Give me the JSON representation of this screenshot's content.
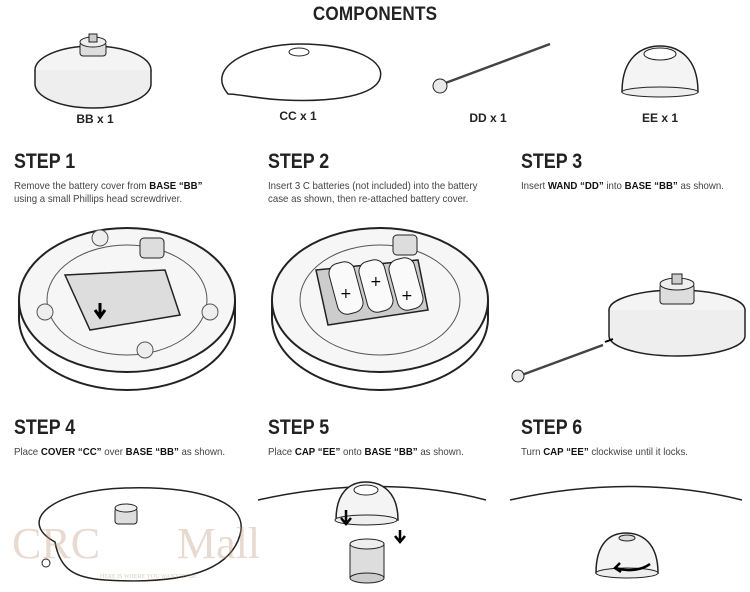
{
  "title": "COMPONENTS",
  "components": [
    {
      "label": "BB x 1",
      "icon": "base-icon"
    },
    {
      "label": "CC x 1",
      "icon": "cover-icon"
    },
    {
      "label": "DD x 1",
      "icon": "wand-icon"
    },
    {
      "label": "EE x 1",
      "icon": "cap-icon"
    }
  ],
  "steps": [
    {
      "heading": "STEP 1",
      "parts": [
        [
          "Remove the battery cover from ",
          false
        ],
        [
          "BASE “BB”",
          true
        ],
        [
          " using a small Phillips head screwdriver.",
          false
        ]
      ]
    },
    {
      "heading": "STEP 2",
      "parts": [
        [
          "Insert 3 C batteries (not included) into the battery case as shown, then re-attached battery cover.",
          false
        ]
      ]
    },
    {
      "heading": "STEP 3",
      "parts": [
        [
          "Insert ",
          false
        ],
        [
          "WAND “DD”",
          true
        ],
        [
          " into ",
          false
        ],
        [
          "BASE “BB”",
          true
        ],
        [
          " as shown.",
          false
        ]
      ]
    },
    {
      "heading": "STEP 4",
      "parts": [
        [
          "Place ",
          false
        ],
        [
          "COVER “CC”",
          true
        ],
        [
          " over ",
          false
        ],
        [
          "BASE “BB”",
          true
        ],
        [
          " as shown.",
          false
        ]
      ]
    },
    {
      "heading": "STEP 5",
      "parts": [
        [
          "Place ",
          false
        ],
        [
          "CAP “EE”",
          true
        ],
        [
          " onto ",
          false
        ],
        [
          "BASE “BB”",
          true
        ],
        [
          " as shown.",
          false
        ]
      ]
    },
    {
      "heading": "STEP 6",
      "parts": [
        [
          "Turn ",
          false
        ],
        [
          "CAP “EE”",
          true
        ],
        [
          " clockwise until it locks.",
          false
        ]
      ]
    }
  ],
  "watermark": {
    "name": "CRC Mall",
    "tagline": "HERE IS WHERE YOU WANT TO BE"
  }
}
